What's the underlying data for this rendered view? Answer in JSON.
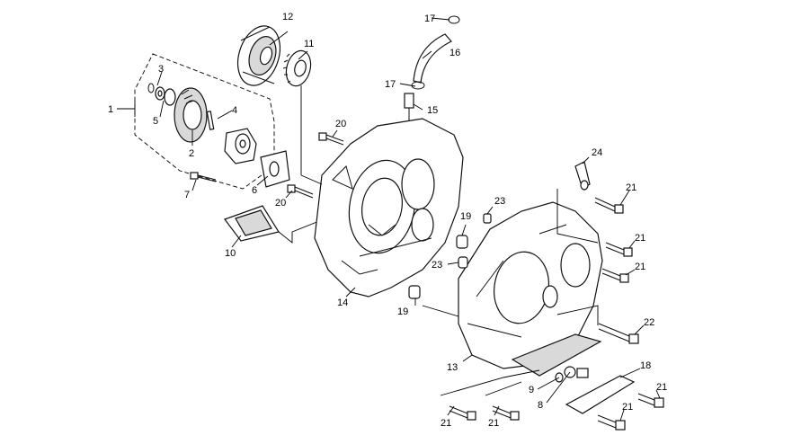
{
  "callouts": {
    "c1": "1",
    "c2": "2",
    "c3": "3",
    "c4": "4",
    "c5": "5",
    "c6": "6",
    "c7": "7",
    "c8": "8",
    "c9": "9",
    "c10": "10",
    "c11": "11",
    "c12": "12",
    "c13": "13",
    "c14": "14",
    "c15": "15",
    "c16": "16",
    "c17a": "17",
    "c17b": "17",
    "c18": "18",
    "c19a": "19",
    "c19b": "19",
    "c20a": "20",
    "c20b": "20",
    "c21a": "21",
    "c21b": "21",
    "c21c": "21",
    "c21d": "21",
    "c21e": "21",
    "c21f": "21",
    "c22": "22",
    "c23a": "23",
    "c23b": "23",
    "c24": "24"
  }
}
